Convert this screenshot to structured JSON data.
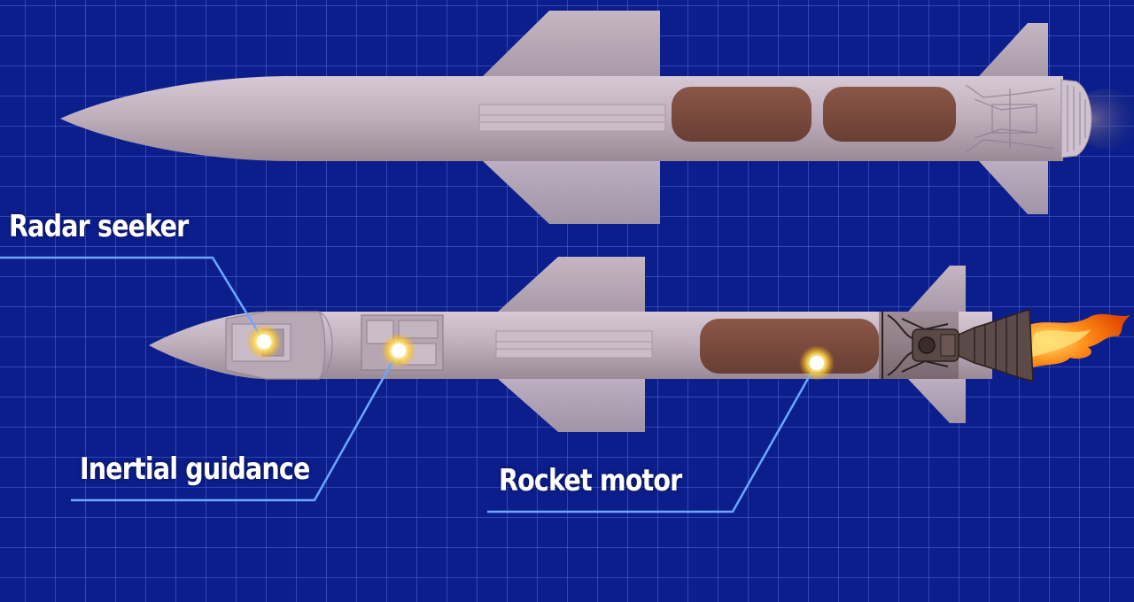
{
  "labels": {
    "radar_seeker": "Radar seeker",
    "inertial_guidance": "Inertial guidance",
    "rocket_motor": "Rocket motor"
  },
  "colors": {
    "background": "#0c1e8c",
    "grid_line": "#5a78e6",
    "missile_body": "#b4a4b2",
    "fuel_tank": "#7a4b40",
    "callout_line": "#6aa8ff",
    "highlight_glow": "#ffe040",
    "flame": "#ff7a10"
  },
  "missiles": [
    {
      "name": "missile-exterior",
      "view": "exterior"
    },
    {
      "name": "missile-cutaway",
      "view": "cutaway"
    }
  ]
}
